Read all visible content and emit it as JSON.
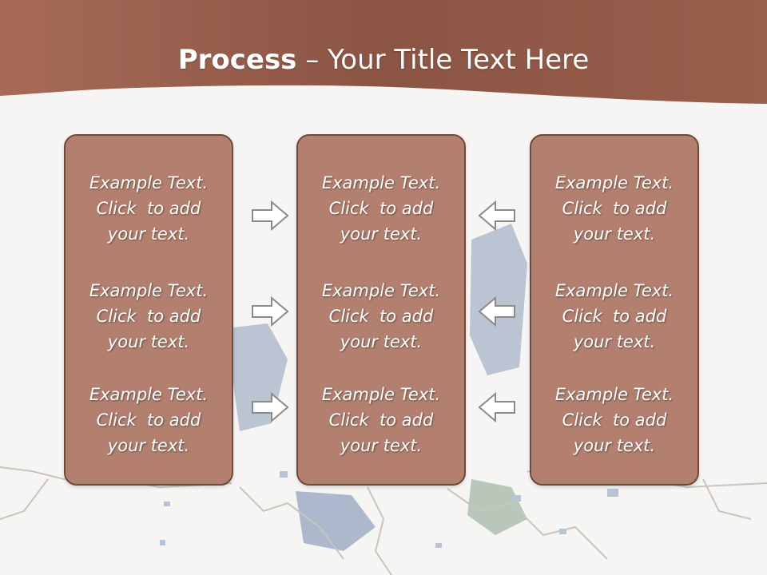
{
  "slide": {
    "title_bold": "Process",
    "title_rest": " – Your Title Text Here",
    "colors": {
      "header": "#9a6050",
      "panel": "#b38070",
      "panel_border": "#6e4a3d",
      "text": "#ffffff",
      "arrow_stroke": "#8a8a8a"
    }
  },
  "panels": {
    "left": [
      {
        "l1": "Example Text.",
        "l2": "Click  to add",
        "l3": "your text."
      },
      {
        "l1": "Example Text.",
        "l2": "Click  to add",
        "l3": "your text."
      },
      {
        "l1": "Example Text.",
        "l2": "Click  to add",
        "l3": "your text."
      }
    ],
    "middle": [
      {
        "l1": "Example Text.",
        "l2": "Click  to add",
        "l3": "your text."
      },
      {
        "l1": "Example Text.",
        "l2": "Click  to add",
        "l3": "your text."
      },
      {
        "l1": "Example Text.",
        "l2": "Click  to add",
        "l3": "your text."
      }
    ],
    "right": [
      {
        "l1": "Example Text.",
        "l2": "Click  to add",
        "l3": "your text."
      },
      {
        "l1": "Example Text.",
        "l2": "Click  to add",
        "l3": "your text."
      },
      {
        "l1": "Example Text.",
        "l2": "Click  to add",
        "l3": "your text."
      }
    ]
  },
  "icons": {
    "arrow_right": "arrow-right-icon",
    "arrow_left": "arrow-left-icon"
  }
}
